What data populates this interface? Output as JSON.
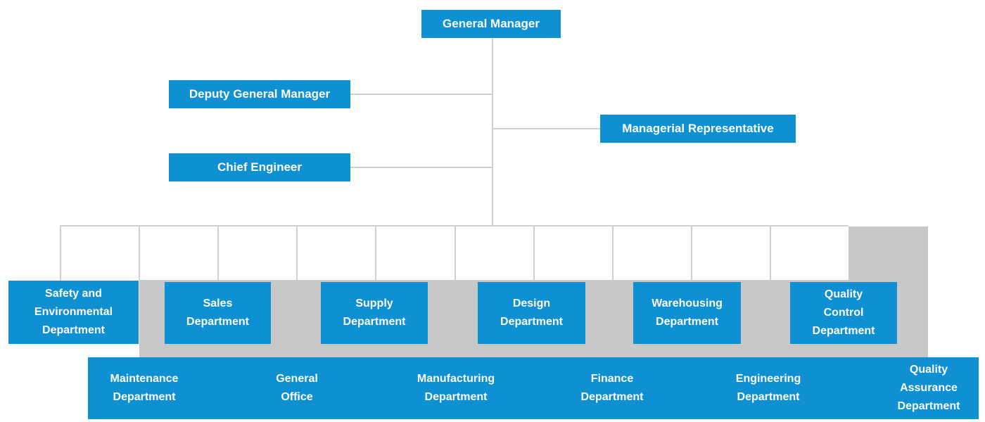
{
  "colors": {
    "node_blue": "#0f90d2",
    "band_gray": "#c8c8c8",
    "line_gray": "#d0d0d0",
    "text_white": "#ffffff"
  },
  "top_nodes": [
    {
      "label": "General Manager"
    },
    {
      "label": "Deputy General Manager"
    },
    {
      "label": "Chief Engineer"
    },
    {
      "label": "Managerial Representative"
    }
  ],
  "row1_nodes": [
    {
      "lines": [
        "Safety and",
        "Environmental",
        "Department"
      ]
    },
    {
      "lines": [
        "Sales",
        "Department"
      ]
    },
    {
      "lines": [
        "Supply",
        "Department"
      ]
    },
    {
      "lines": [
        "Design",
        "Department"
      ]
    },
    {
      "lines": [
        "Warehousing",
        "Department"
      ]
    },
    {
      "lines": [
        "Quality",
        "Control",
        "Department"
      ]
    }
  ],
  "row2_nodes": [
    {
      "lines": [
        "Maintenance",
        "Department"
      ]
    },
    {
      "lines": [
        "General",
        "Office"
      ]
    },
    {
      "lines": [
        "Manufacturing",
        "Department"
      ]
    },
    {
      "lines": [
        "Finance",
        "Department"
      ]
    },
    {
      "lines": [
        "Engineering",
        "Department"
      ]
    },
    {
      "lines": [
        "Quality",
        "Assurance",
        "Department"
      ]
    }
  ]
}
